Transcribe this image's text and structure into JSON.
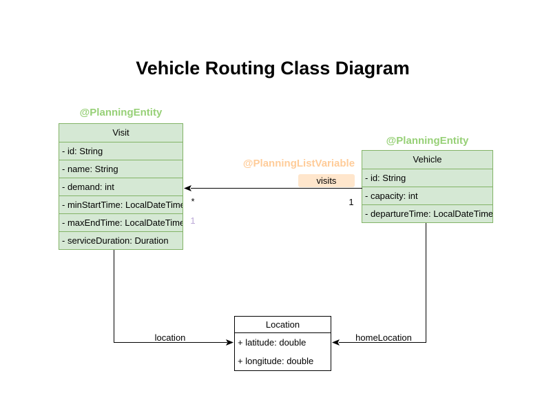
{
  "title": "Vehicle Routing Class Diagram",
  "colors": {
    "green-fill": "#d5e8d4",
    "green-stroke": "#82b366",
    "green-annotation": "#97d077",
    "peach-annotation": "#ffcc99",
    "peach-fill": "#ffe6cc",
    "edge": "#000000",
    "ghost-multiplicity": "#b9a5d6"
  },
  "classes": {
    "visit": {
      "annotation": "@PlanningEntity",
      "name": "Visit",
      "attributes": [
        "- id: String",
        "- name: String",
        "- demand: int",
        "- minStartTime: LocalDateTime",
        "- maxEndTime: LocalDateTime",
        "- serviceDuration: Duration"
      ]
    },
    "vehicle": {
      "annotation": "@PlanningEntity",
      "name": "Vehicle",
      "attributes": [
        "- id: String",
        "- capacity: int",
        "- departureTime: LocalDateTime"
      ]
    },
    "location": {
      "name": "Location",
      "attributes": [
        "+ latitude: double",
        "+ longitude: double"
      ]
    }
  },
  "edges": {
    "visits": {
      "annotation": "@PlanningListVariable",
      "label": "visits",
      "multiplicity_at_visit": "*",
      "multiplicity_at_vehicle": "1",
      "ghost_multiplicity": "1"
    },
    "location": {
      "label": "location"
    },
    "home_location": {
      "label": "homeLocation"
    }
  }
}
